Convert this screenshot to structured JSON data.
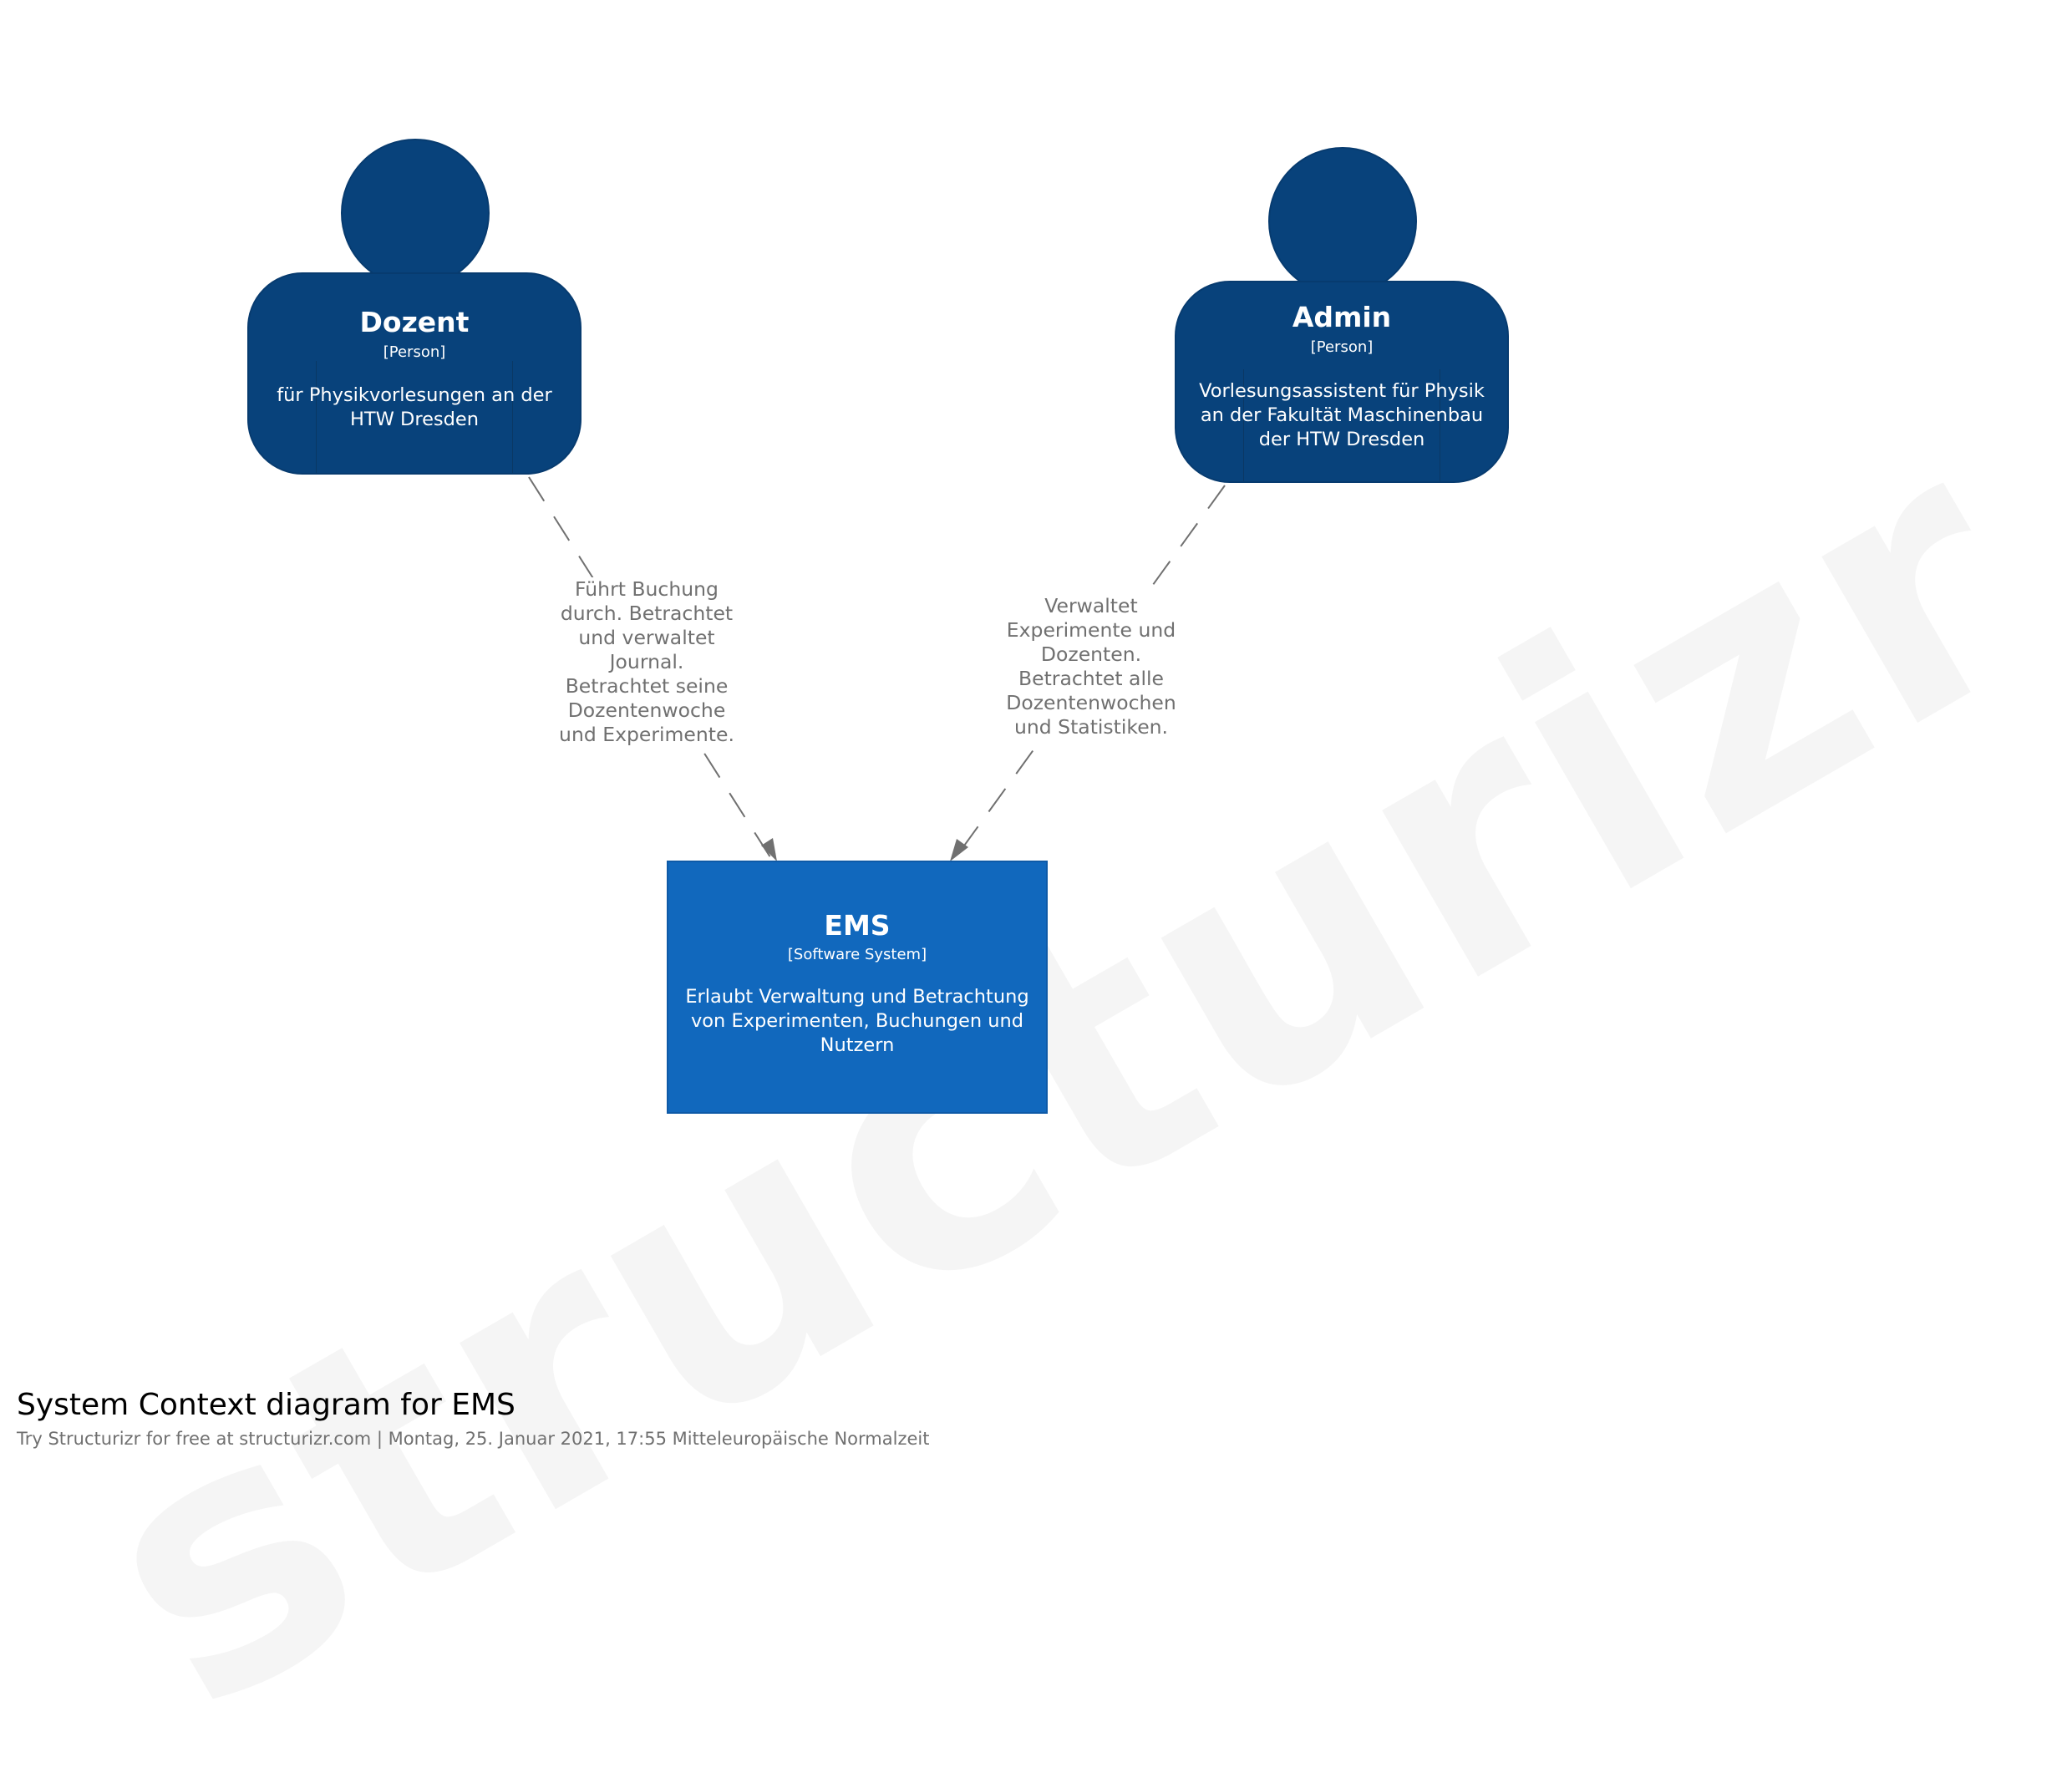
{
  "watermark": "structurizr",
  "elements": {
    "dozent": {
      "name": "Dozent",
      "type": "[Person]",
      "description": "für Physikvorlesungen an der HTW Dresden"
    },
    "admin": {
      "name": "Admin",
      "type": "[Person]",
      "description": "Vorlesungsassistent für Physik an der Fakultät Maschinenbau der HTW Dresden"
    },
    "ems": {
      "name": "EMS",
      "type": "[Software System]",
      "description": "Erlaubt Verwaltung und Betrachtung von Experimenten, Buchungen und Nutzern"
    }
  },
  "relationships": {
    "dozent_ems": "Führt Buchung durch. Betrachtet und verwaltet Journal. Betrachtet seine Dozentenwoche und Experimente.",
    "admin_ems": "Verwaltet Experimente und Dozenten. Betrachtet alle Dozentenwochen und Statistiken."
  },
  "footer": {
    "title": "System Context diagram for EMS",
    "meta": "Try Structurizr for free at structurizr.com | Montag, 25. Januar 2021, 17:55 Mitteleuropäische Normalzeit"
  },
  "colors": {
    "person": "#08427b",
    "software_system": "#1168bd",
    "relationship": "#707070",
    "background": "#ffffff"
  }
}
